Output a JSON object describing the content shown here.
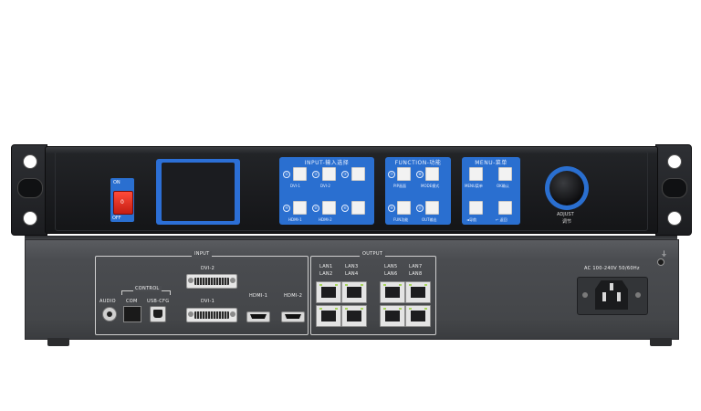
{
  "front": {
    "power": {
      "on_label": "ON",
      "off_label": "OFF",
      "rocker_label": "0"
    },
    "input_panel": {
      "title": "INPUT-输入选择",
      "keys": [
        {
          "num": "①",
          "label": "DVI-1"
        },
        {
          "num": "②",
          "label": "DVI-2"
        },
        {
          "num": "③",
          "label": ""
        },
        {
          "num": "④",
          "label": "HDMI-1"
        },
        {
          "num": "⑤",
          "label": "HDMI-2"
        },
        {
          "num": "⑥",
          "label": ""
        }
      ]
    },
    "function_panel": {
      "title": "FUNCTION-功能",
      "keys": [
        {
          "num": "⑦",
          "label": "PIP画面"
        },
        {
          "num": "⑧",
          "label": "MODE模式"
        },
        {
          "num": "⑨",
          "label": "FUN功能"
        },
        {
          "num": "⓪",
          "label": "OUT输出"
        }
      ]
    },
    "menu_panel": {
      "title": "MENU-菜单",
      "keys": [
        {
          "label": "MENU菜单"
        },
        {
          "label": "OK确认"
        },
        {
          "label": "◄导航"
        },
        {
          "label": "↩ 返回"
        }
      ]
    },
    "knob": {
      "label_en": "ADJUST",
      "label_cn": "调节"
    }
  },
  "rear": {
    "input_title": "INPUT",
    "control_title": "CONTROL",
    "audio_label": "AUDIO",
    "com_label": "COM",
    "usb_label": "USB-CFG",
    "dvi2_label": "DVI-2",
    "dvi1_label": "DVI-1",
    "hdmi1_label": "HDMI-1",
    "hdmi2_label": "HDMI-2",
    "output_title": "OUTPUT",
    "lan_labels": [
      "LAN1",
      "LAN2",
      "LAN3",
      "LAN4",
      "LAN5",
      "LAN6",
      "LAN7",
      "LAN8"
    ],
    "power_label": "AC 100-240V 50/60Hz",
    "ground_symbol": "⏚"
  }
}
